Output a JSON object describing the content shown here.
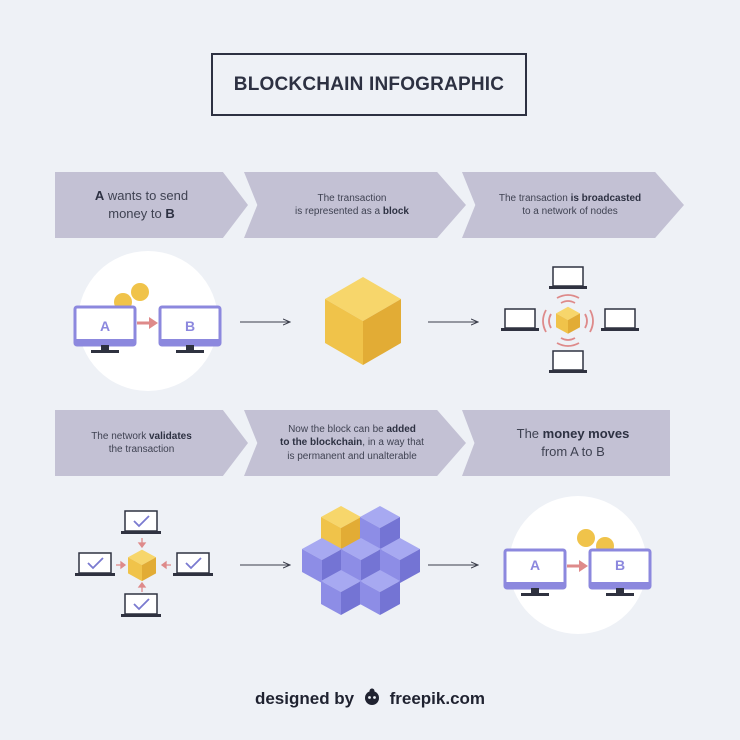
{
  "title": "BLOCKCHAIN INFOGRAPHIC",
  "steps": [
    {
      "bold": "A",
      "text": " wants to send",
      "line2": "money to ",
      "bold2": "B"
    },
    {
      "line1": "The transaction",
      "line2a": "is represented as a ",
      "line2b": "block"
    },
    {
      "line1a": "The transaction ",
      "line1b": "is broadcasted",
      "line2": "to a network of nodes"
    },
    {
      "line1a": "The network ",
      "line1b": "validates",
      "line2": "the transaction"
    },
    {
      "line1a": "Now the block can be ",
      "line1b": "added",
      "line2a": "to the blockchain",
      "line2b": ", in a way that",
      "line3": "is permanent and unalterable"
    },
    {
      "line1a": "The ",
      "line1b": "money moves",
      "line2": "from A to B"
    }
  ],
  "screens": {
    "a": "A",
    "b": "B"
  },
  "credit": {
    "pre": "designed by",
    "post": "freepik.com"
  },
  "colors": {
    "background": "#eef1f6",
    "banner": "#c3c1d4",
    "monitor": "#8c88de",
    "cube_gold": "#f0c34a",
    "cube_violet": "#8c8ce6",
    "arrow_pink": "#de8a8a",
    "checkmark": "#7a7ad0"
  },
  "icons": [
    "monitor-icon",
    "coin-icon",
    "cube-icon",
    "laptop-icon",
    "signal-icon",
    "checkmark-icon",
    "arrow-icon"
  ]
}
